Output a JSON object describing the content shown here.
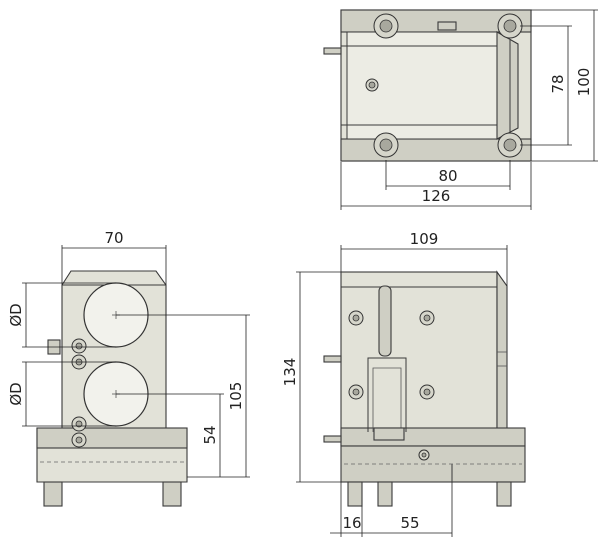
{
  "dimensions": {
    "top_width_inner": "80",
    "top_width_outer": "126",
    "top_height_inner": "78",
    "top_height_outer": "100",
    "side_width": "70",
    "side_bore_upper": "ØD",
    "side_bore_lower": "ØD",
    "side_height_total": "105",
    "side_height_lower": "54",
    "front_width": "109",
    "front_height": "134",
    "front_offset": "16",
    "front_pin_spacing": "55"
  }
}
